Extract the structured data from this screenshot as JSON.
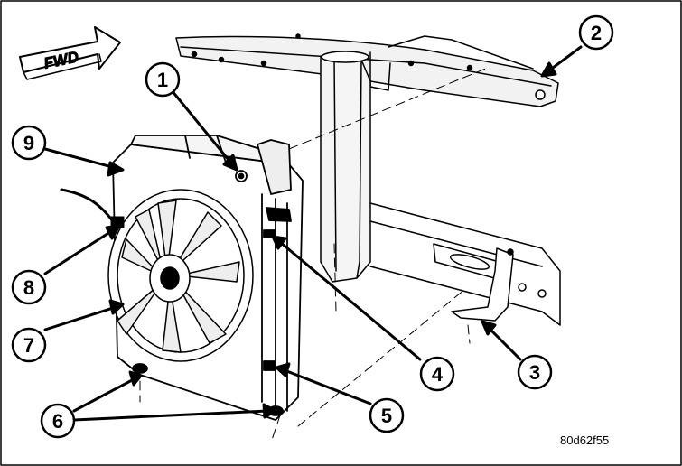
{
  "direction_badge": {
    "label": "FWD"
  },
  "figure_code": "80d62f55",
  "callouts": [
    {
      "number": "1"
    },
    {
      "number": "2"
    },
    {
      "number": "3"
    },
    {
      "number": "4"
    },
    {
      "number": "5"
    },
    {
      "number": "6"
    },
    {
      "number": "7"
    },
    {
      "number": "8"
    },
    {
      "number": "9"
    }
  ]
}
